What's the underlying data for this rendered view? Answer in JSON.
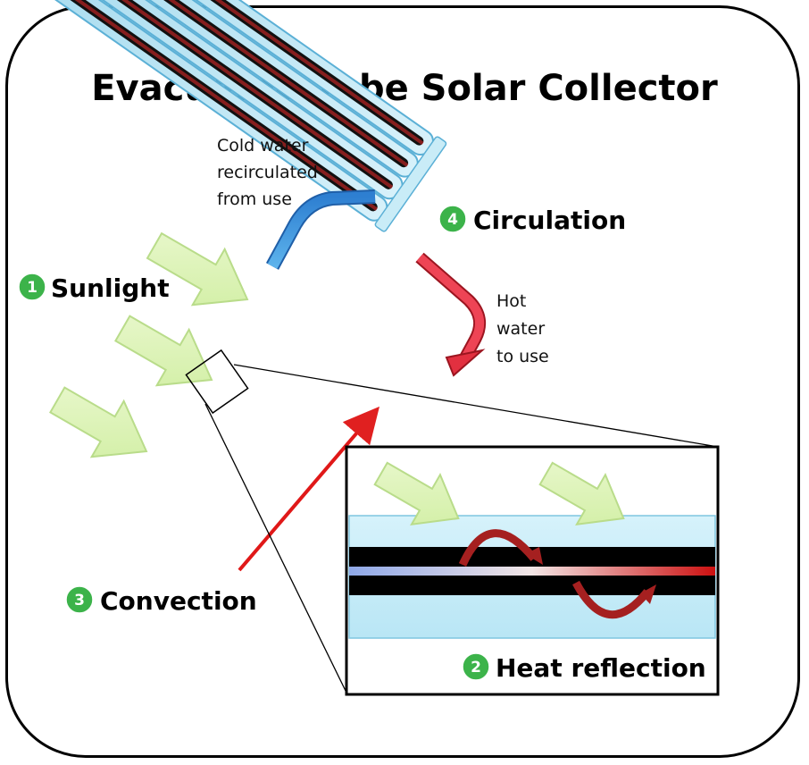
{
  "title": "Evacuated Tube Solar Collector",
  "steps": [
    {
      "number": "1",
      "label": "Sunlight"
    },
    {
      "number": "2",
      "label": "Heat reflection"
    },
    {
      "number": "3",
      "label": "Convection"
    },
    {
      "number": "4",
      "label": "Circulation"
    }
  ],
  "notes": {
    "cold_water": [
      "Cold water",
      "recirculated",
      "from use"
    ],
    "hot_water": [
      "Hot",
      "water",
      "to use"
    ]
  },
  "colors": {
    "badge": "#3cb34a",
    "tube_fill": "#bfe7f5",
    "tube_stroke": "#4aa8d0",
    "sun_arrow": "#d9f2b4",
    "hot": "#e02020",
    "cold": "#3c8fd8"
  }
}
